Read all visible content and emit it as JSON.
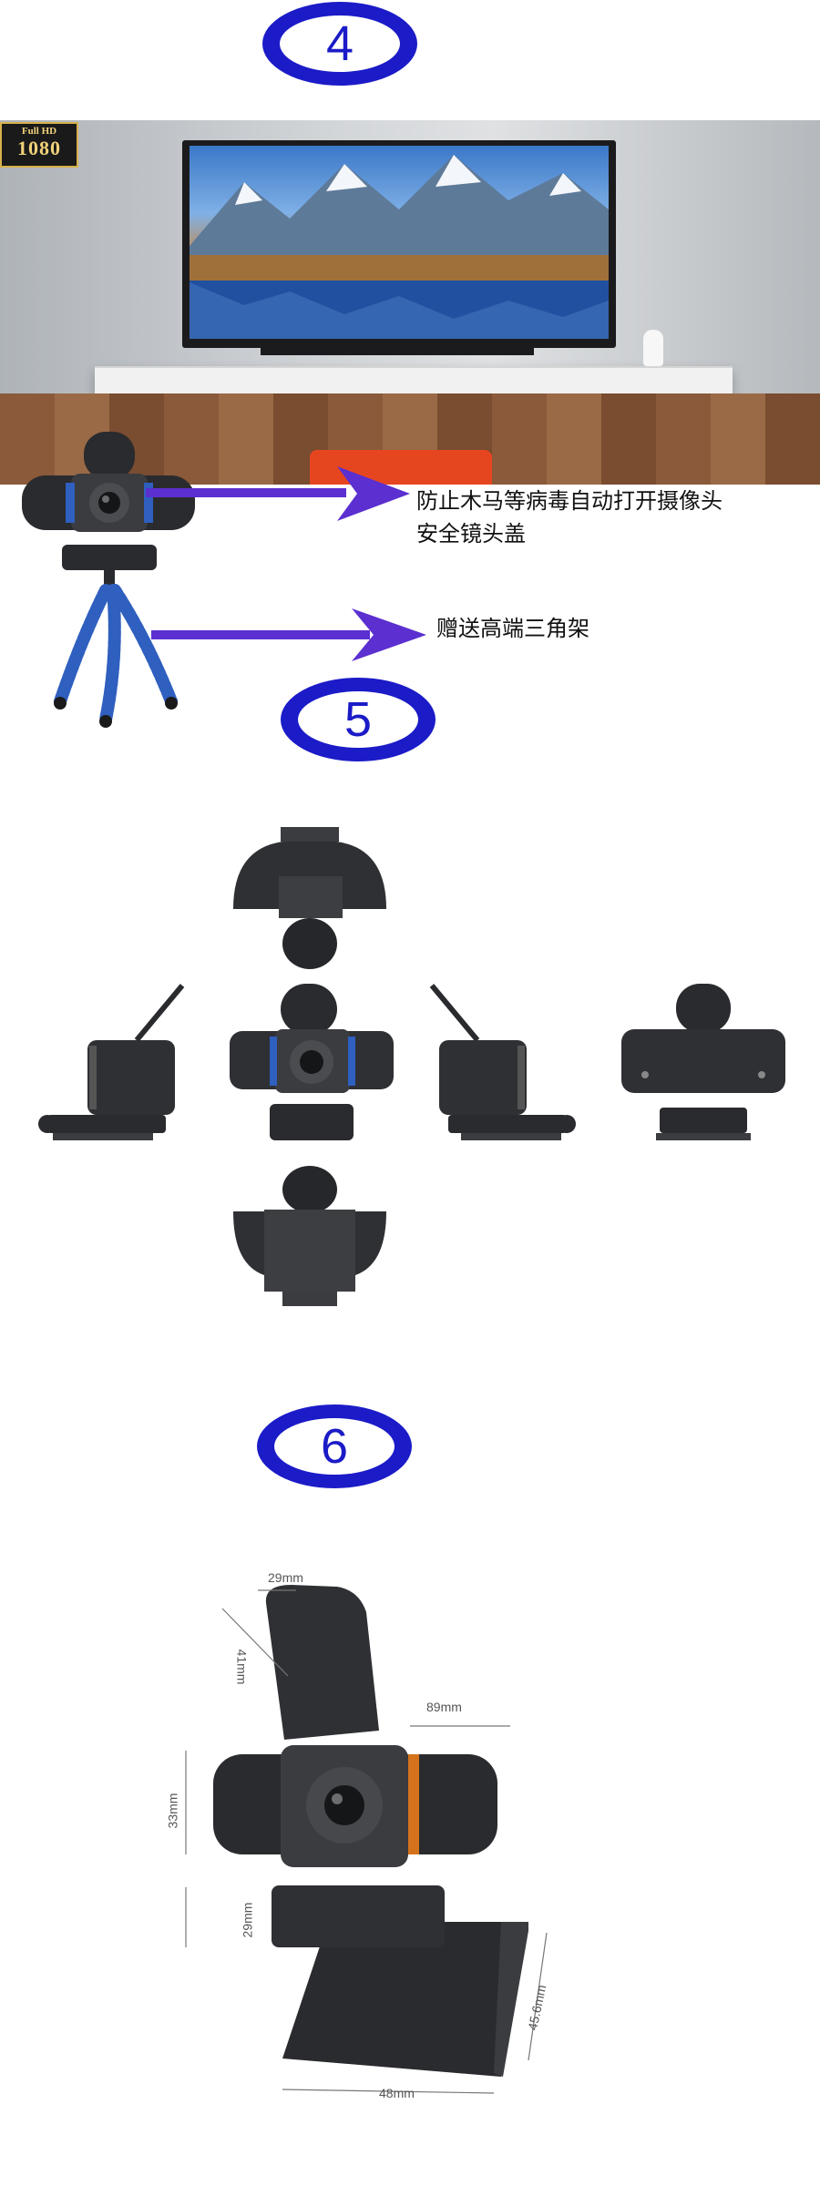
{
  "sections": [
    {
      "number": "4"
    },
    {
      "number": "5"
    },
    {
      "number": "6"
    }
  ],
  "fullhd_badge": {
    "top": "Full HD",
    "bottom": "1080"
  },
  "section4": {
    "caption_privacy": [
      "防止木马等病毒自动打开摄像头",
      "安全镜头盖"
    ],
    "caption_tripod": "赠送高端三角架"
  },
  "section6": {
    "dimensions": {
      "cover_width": "29mm",
      "cover_height": "41mm",
      "body_width": "89mm",
      "body_height": "33mm",
      "clip_height": "29mm",
      "base_depth": "45.6mm",
      "base_width": "48mm"
    }
  },
  "colors": {
    "badge_blue": "#1b1bc8",
    "arrow_purple": "#5b2fd0",
    "tripod_blue": "#2f5fbf",
    "camera_dark": "#2a2b2e"
  }
}
